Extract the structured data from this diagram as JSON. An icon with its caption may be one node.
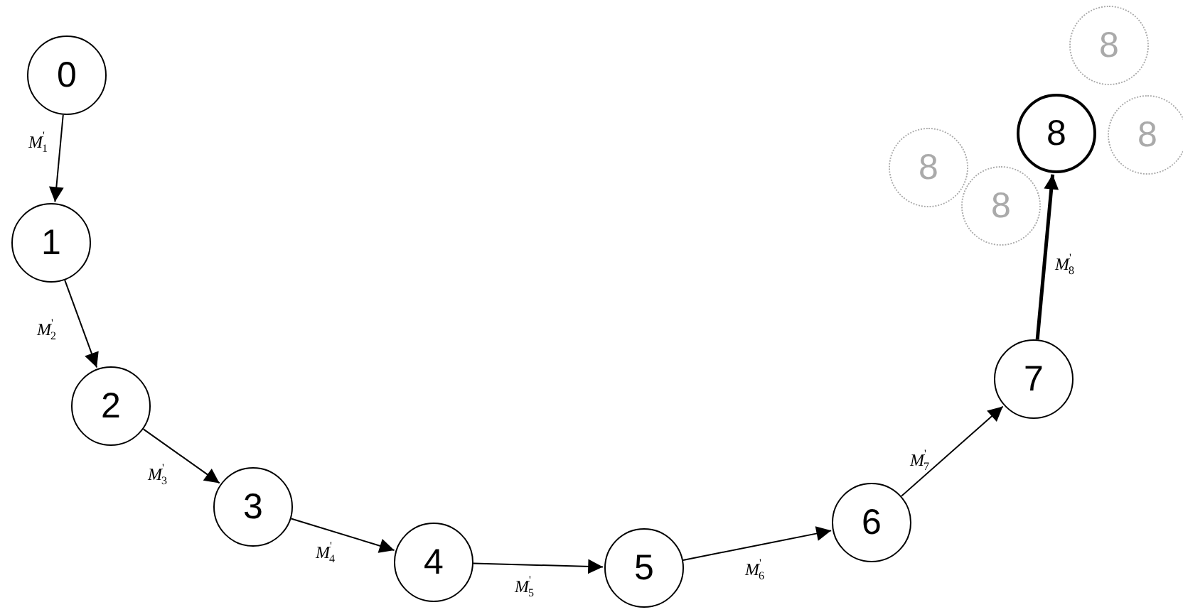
{
  "diagram": {
    "nodes": [
      {
        "text": [
          "0"
        ]
      },
      {
        "text": [
          "1"
        ]
      },
      {
        "text": [
          "2"
        ]
      },
      {
        "text": [
          "3"
        ]
      },
      {
        "text": [
          "4"
        ]
      },
      {
        "text": [
          "5"
        ]
      },
      {
        "text": [
          "6"
        ]
      },
      {
        "text": [
          "7"
        ]
      },
      {
        "text": [
          "8"
        ]
      },
      {
        "text": [
          "8"
        ]
      },
      {
        "text": [
          "8"
        ]
      },
      {
        "text": [
          "8"
        ]
      },
      {
        "text": [
          "8"
        ]
      }
    ],
    "edges": [
      {
        "from": 0,
        "to": 1,
        "arrow": "to",
        "label": "*M*$^{'}$$_{1}$"
      },
      {
        "from": 1,
        "to": 2,
        "arrow": "to",
        "label": "*M*$^{'}$$_{2}$"
      },
      {
        "from": 2,
        "to": 3,
        "arrow": "to",
        "label": "*M*$^{'}$$_{3}$"
      },
      {
        "from": 3,
        "to": 4,
        "arrow": "to",
        "label": "*M*$^{'}$$_{4}$"
      },
      {
        "from": 4,
        "to": 5,
        "arrow": "to",
        "label": "*M*$^{'}$$_{5}$"
      },
      {
        "from": 5,
        "to": 6,
        "arrow": "to",
        "label": "*M*$^{'}$$_{6}$"
      },
      {
        "from": 6,
        "to": 7,
        "arrow": "to",
        "label": "*M*$^{'}$$_{7}$"
      },
      {
        "from": 7,
        "to": 8,
        "arrow": "to",
        "label": "*M*$^{'}$$_{8}$",
        "style": "thick"
      }
    ]
  }
}
